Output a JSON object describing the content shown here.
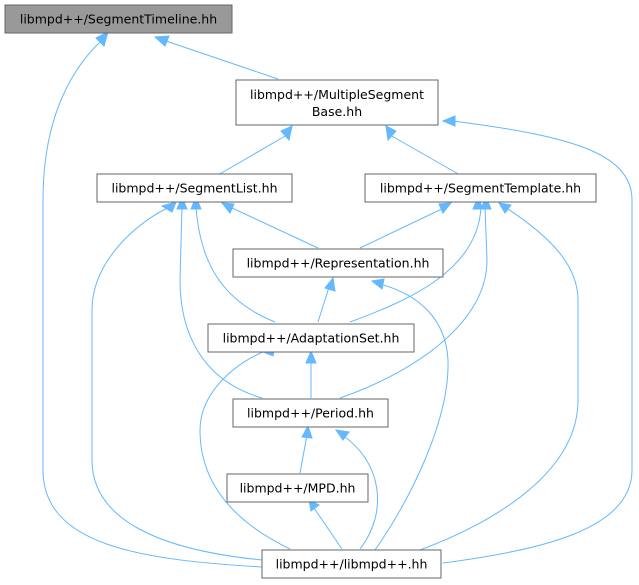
{
  "colors": {
    "edge": "#63b8ff",
    "node_border": "#666666",
    "highlight_fill": "#999999",
    "node_fill": "#ffffff"
  },
  "nodes": {
    "segment_timeline": {
      "label": "libmpd++/SegmentTimeline.hh"
    },
    "multiple_segment_base": {
      "label_line1": "libmpd++/MultipleSegment",
      "label_line2": "Base.hh"
    },
    "segment_list": {
      "label": "libmpd++/SegmentList.hh"
    },
    "segment_template": {
      "label": "libmpd++/SegmentTemplate.hh"
    },
    "representation": {
      "label": "libmpd++/Representation.hh"
    },
    "adaptation_set": {
      "label": "libmpd++/AdaptationSet.hh"
    },
    "period": {
      "label": "libmpd++/Period.hh"
    },
    "mpd": {
      "label": "libmpd++/MPD.hh"
    },
    "libmpdpp": {
      "label": "libmpd++/libmpd++.hh"
    }
  }
}
